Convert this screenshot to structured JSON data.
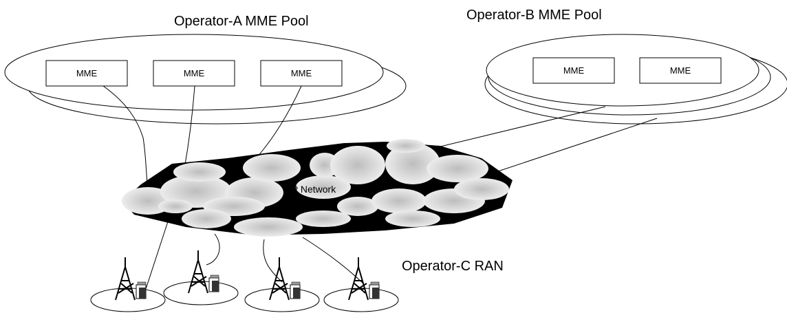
{
  "diagram": {
    "pool_a": {
      "title": "Operator-A MME Pool",
      "nodes": [
        "MME",
        "MME",
        "MME"
      ]
    },
    "pool_b": {
      "title": "Operator-B MME Pool",
      "nodes": [
        "MME",
        "MME"
      ]
    },
    "network": {
      "label": "IP Network"
    },
    "ran": {
      "title": "Operator-C RAN",
      "sites": 4
    },
    "colors": {
      "line": "#000000",
      "cloud_light": "#e6e6e6",
      "cloud_shade": "#bdbdbd",
      "cloud_gap": "#000000",
      "background": "#ffffff"
    }
  }
}
